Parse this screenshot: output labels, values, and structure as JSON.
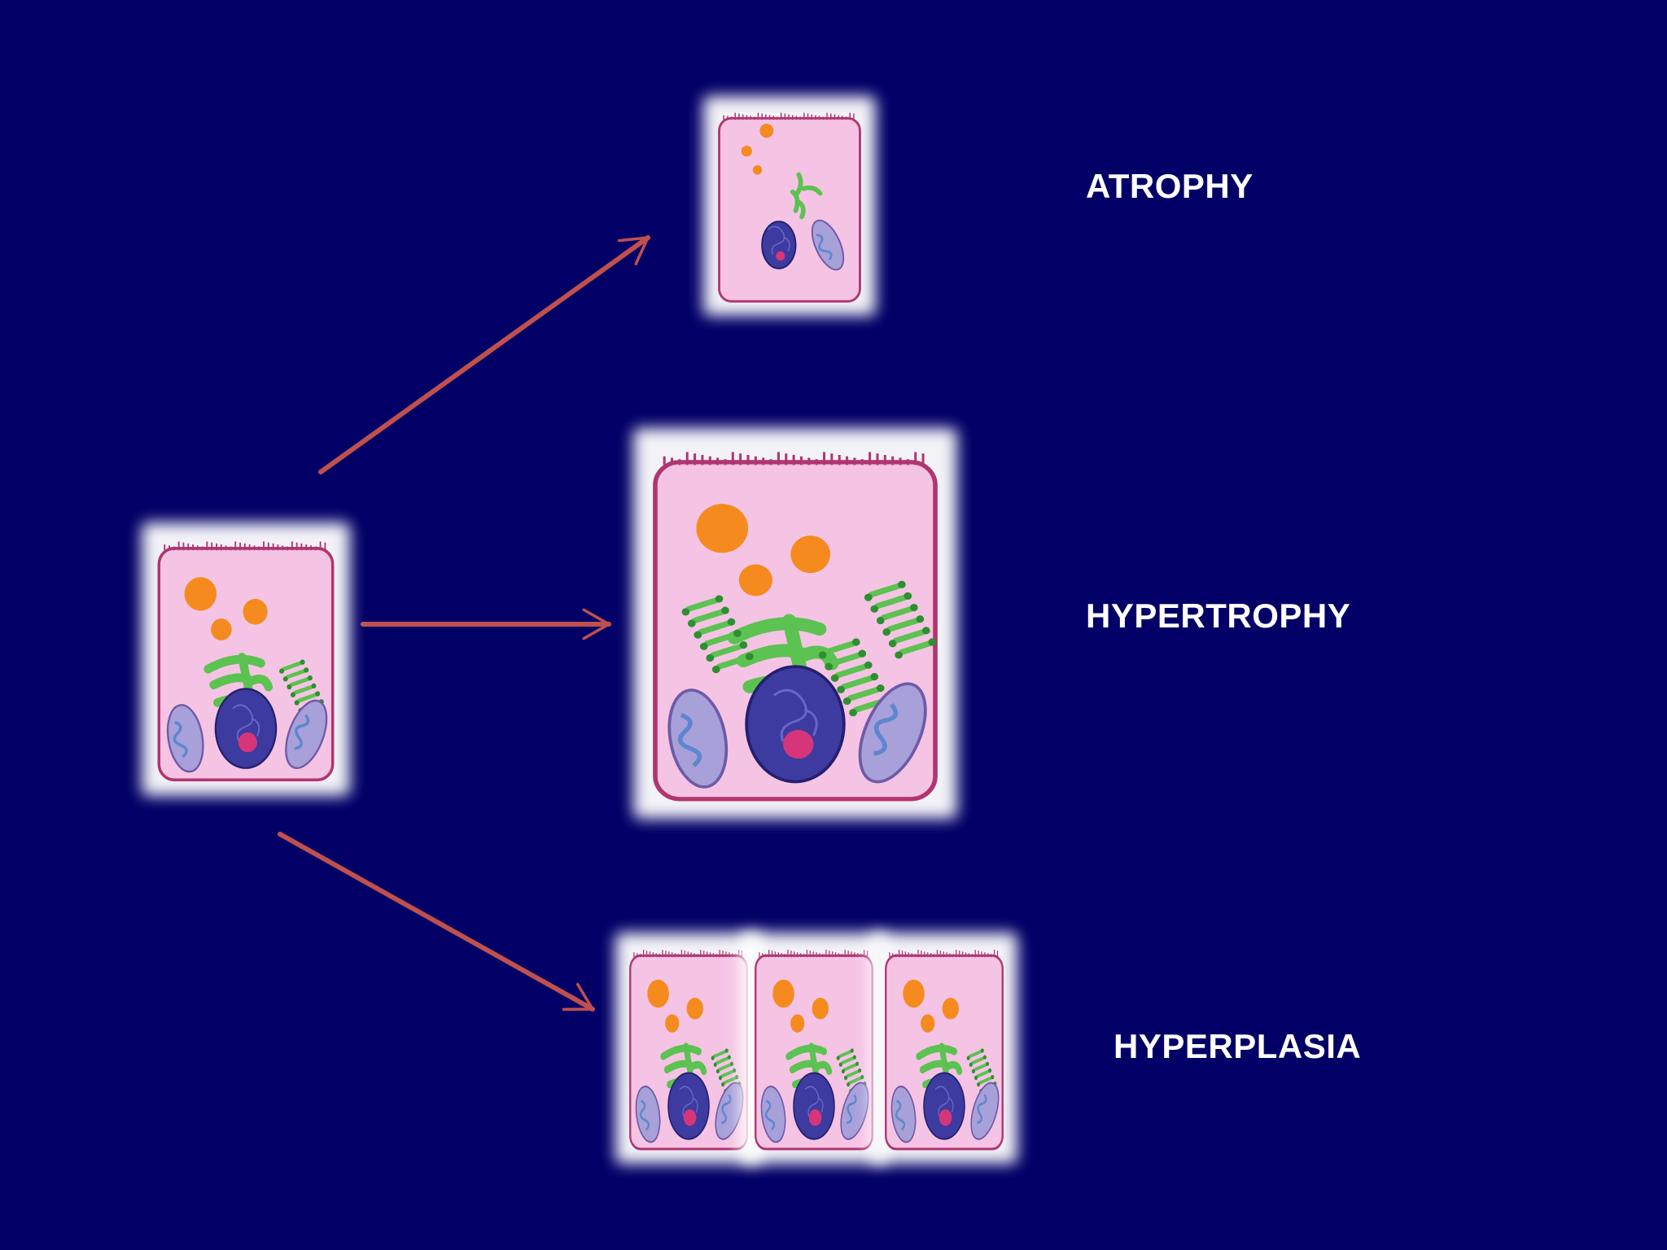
{
  "slide": {
    "background": "#020066",
    "arrow_color": "#c0504d",
    "labels": {
      "atrophy": "ATROPHY",
      "hypertrophy": "HYPERTROPHY",
      "hyperplasia": "HYPERPLASIA"
    }
  },
  "colors": {
    "cytoplasm": "#f5c4e4",
    "membrane": "#b03570",
    "granule": "#f58a1f",
    "golgi": "#5cc251",
    "rough_er": "#2e8f32",
    "nucleus": "#3d3ba0",
    "nucleolus": "#d6357a",
    "mitochondrion": "#a8a0d8",
    "glow": "#ffffff"
  }
}
